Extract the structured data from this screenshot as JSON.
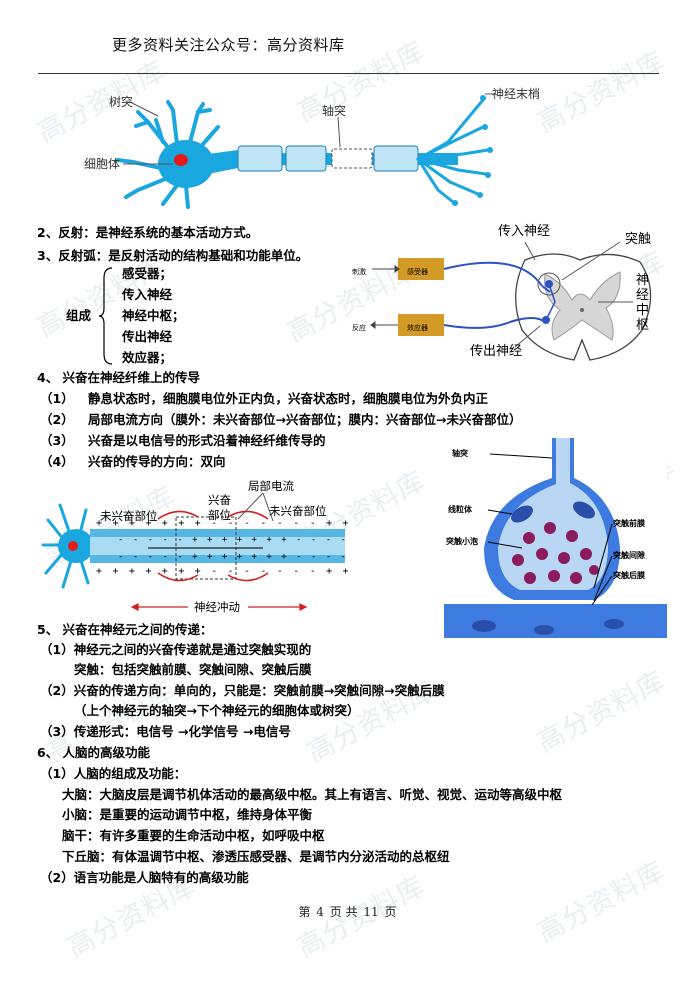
{
  "header": {
    "title": "更多资料关注公众号：高分资料库"
  },
  "watermark": "高分资料库",
  "neuron_figure": {
    "dendrite_label": "树突",
    "axon_label": "轴突",
    "cell_body_label": "细胞体",
    "nerve_ending_label": "神经末梢"
  },
  "reflex_figure": {
    "afferent_label": "传入神经",
    "synapse_label": "突触",
    "center_label": "神经中枢",
    "efferent_label": "传出神经",
    "stimulus_label": "刺激",
    "receptor_label": "感受器",
    "response_label": "反应",
    "effector_label": "效应器"
  },
  "synapse_figure": {
    "axon": "轴突",
    "mitochondria": "线粒体",
    "vesicle": "突触小泡",
    "pre_membrane": "突触前膜",
    "cleft": "突触间隙",
    "post_membrane": "突触后膜"
  },
  "impulse_figure": {
    "local_current": "局部电流",
    "excited_part_1": "兴奋",
    "excited_part_2": "部位",
    "unexcited_left": "未兴奋部位",
    "unexcited_right": "未兴奋部位",
    "impulse_label": "神经冲动"
  },
  "section2": {
    "text": "2、反射：是神经系统的基本活动方式。"
  },
  "section3": {
    "text": "3、反射弧：是反射活动的结构基础和功能单位。",
    "composition_label": "组成",
    "items": [
      "感受器；",
      "传入神经",
      "神经中枢；",
      "传出神经",
      "效应器；"
    ]
  },
  "section4": {
    "title": "4、 兴奋在神经纤维上的传导",
    "items": [
      {
        "num": "（1）",
        "text": "静息状态时，细胞膜电位外正内负，兴奋状态时，细胞膜电位为外负内正"
      },
      {
        "num": "（2）",
        "text": "局部电流方向（膜外：未兴奋部位→兴奋部位；膜内：兴奋部位→未兴奋部位）"
      },
      {
        "num": "（3）",
        "text": "兴奋是以电信号的形式沿着神经纤维传导的"
      },
      {
        "num": "（4）",
        "text": "兴奋的传导的方向：双向"
      }
    ]
  },
  "section5": {
    "title": "5、 兴奋在神经元之间的传递：",
    "p1": "（1）神经元之间的兴奋传递就是通过突触实现的",
    "p1b": "突触：包括突触前膜、突触间隙、突触后膜",
    "p2": "（2）兴奋的传递方向：单向的，只能是：突触前膜→突触间隙→突触后膜",
    "p2b": "（上个神经元的轴突→下个神经元的细胞体或树突）",
    "p3": "（3）传递形式：电信号 →化学信号 →电信号"
  },
  "section6": {
    "title": "6、 人脑的高级功能",
    "p1": "（1）人脑的组成及功能：",
    "cerebrum": "大脑：大脑皮层是调节机体活动的最高级中枢。其上有语言、听觉、视觉、运动等高级中枢",
    "cerebellum": "小脑：是重要的运动调节中枢，维持身体平衡",
    "brainstem": "脑干：有许多重要的生命活动中枢，如呼吸中枢",
    "hypothalamus": "下丘脑：有体温调节中枢、渗透压感受器、是调节内分泌活动的总枢纽",
    "p2": "（2）语言功能是人脑特有的高级功能"
  },
  "footer": {
    "prefix": "第",
    "page": "4",
    "mid": "页 共",
    "total": "11",
    "suffix": "页"
  }
}
